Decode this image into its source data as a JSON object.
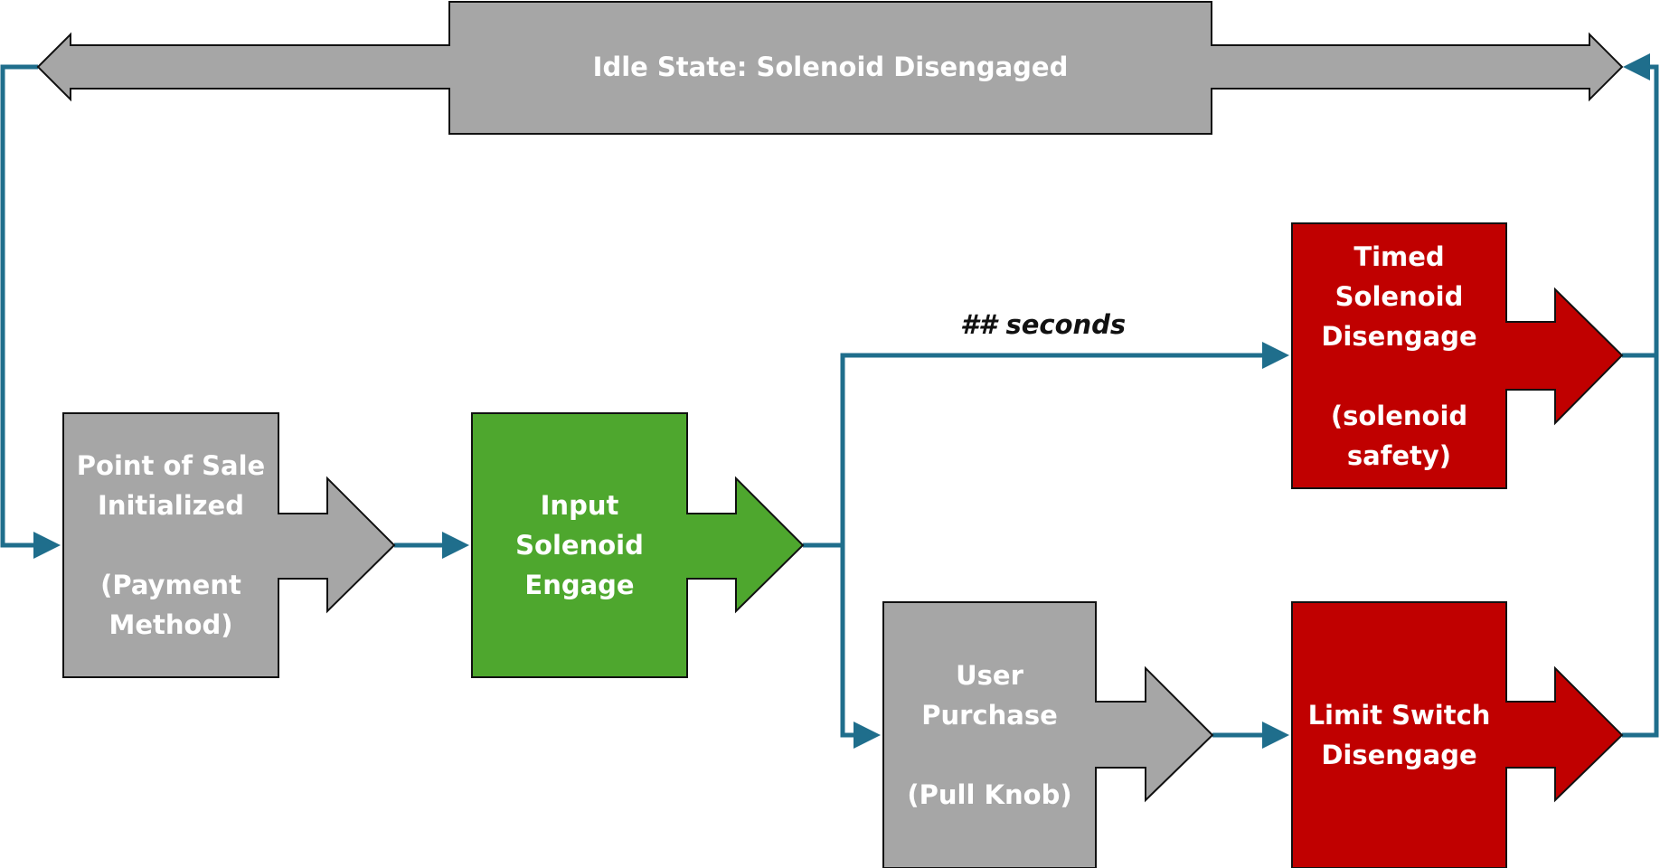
{
  "diagram": {
    "title": "Solenoid vending state flow",
    "colors": {
      "gray_fill": "#a6a6a6",
      "green_fill": "#4ea72e",
      "red_fill": "#c00000",
      "connector": "#1f6e8c",
      "outline": "#111111",
      "label_text": "#ffffff"
    },
    "nodes": [
      {
        "id": "idle",
        "label": "Idle State: Solenoid Disengaged",
        "fill": "gray"
      },
      {
        "id": "pos",
        "label": "Point of Sale\nInitialized\n\n(Payment\nMethod)",
        "fill": "gray"
      },
      {
        "id": "engage",
        "label": "Input\nSolenoid\nEngage",
        "fill": "green"
      },
      {
        "id": "timed",
        "label": "Timed\nSolenoid\nDisengage\n\n(solenoid\nsafety)",
        "fill": "red"
      },
      {
        "id": "purchase",
        "label": "User\nPurchase\n\n(Pull Knob)",
        "fill": "gray"
      },
      {
        "id": "limit",
        "label": "Limit Switch\nDisengage",
        "fill": "red"
      }
    ],
    "edges": [
      {
        "from": "idle",
        "to": "pos"
      },
      {
        "from": "pos",
        "to": "engage"
      },
      {
        "from": "engage",
        "to": "timed",
        "label": "## seconds"
      },
      {
        "from": "engage",
        "to": "purchase"
      },
      {
        "from": "purchase",
        "to": "limit"
      },
      {
        "from": "timed",
        "to": "idle"
      },
      {
        "from": "limit",
        "to": "idle"
      }
    ]
  }
}
